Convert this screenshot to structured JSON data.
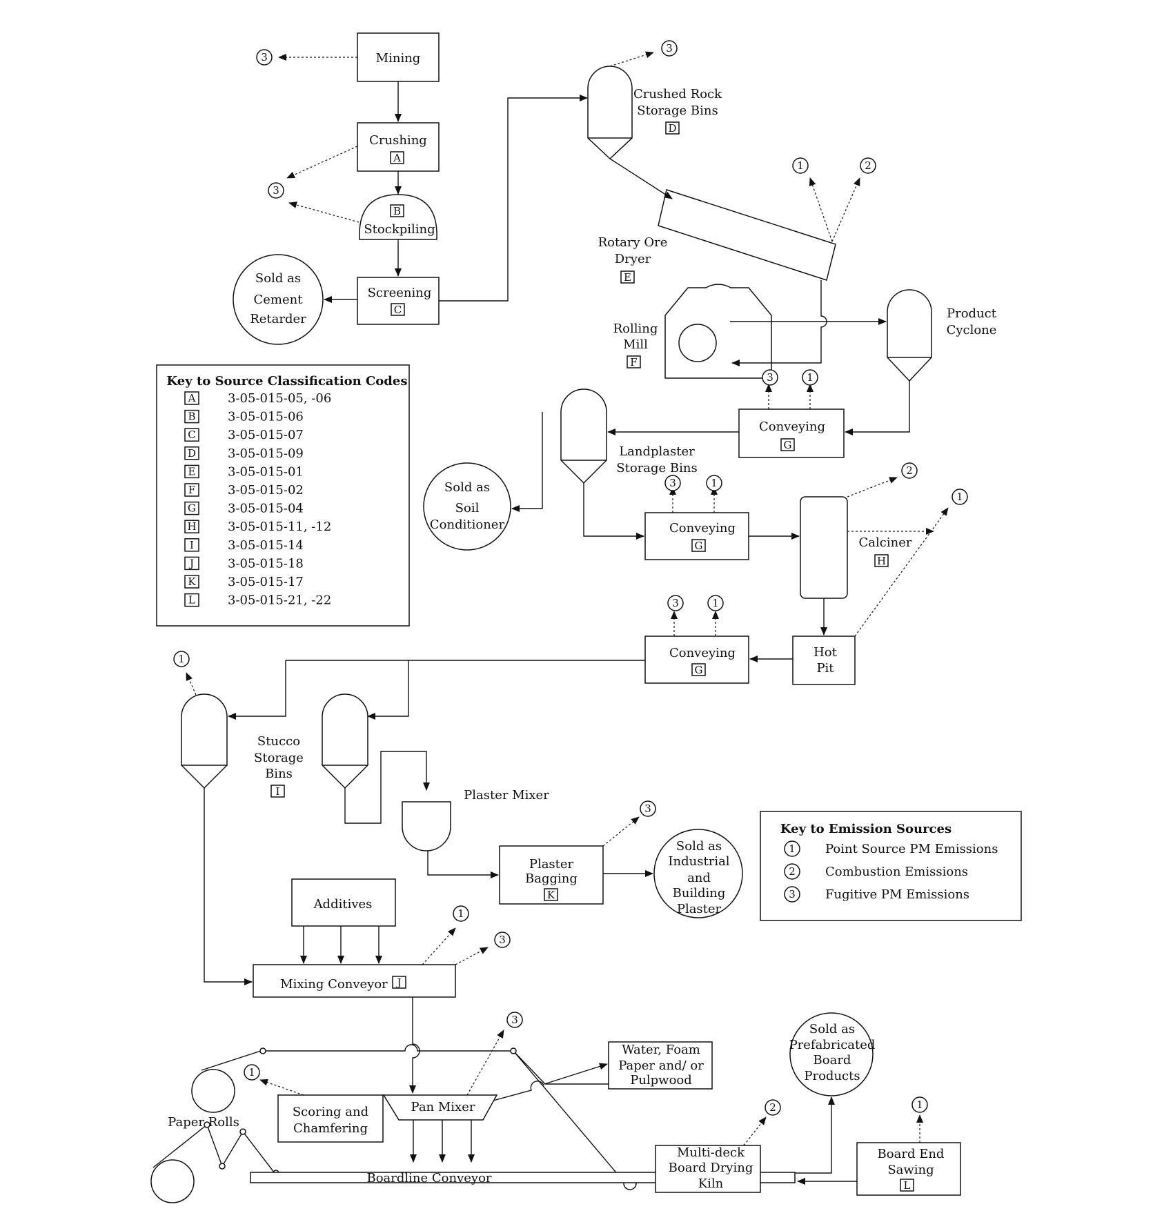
{
  "processes": {
    "mining": "Mining",
    "crushing": "Crushing",
    "stockpiling": "Stockpiling",
    "screening": "Screening",
    "crushed_rock_bins": [
      "Crushed Rock",
      "Storage Bins"
    ],
    "rotary_dryer": [
      "Rotary Ore",
      "Dryer"
    ],
    "rolling_mill": [
      "Rolling",
      "Mill"
    ],
    "product_cyclone": [
      "Product",
      "Cyclone"
    ],
    "conveying": "Conveying",
    "landplaster_bins": [
      "Landplaster",
      "Storage Bins"
    ],
    "calciner": "Calciner",
    "hot_pit": [
      "Hot",
      "Pit"
    ],
    "stucco_bins": [
      "Stucco",
      "Storage",
      "Bins"
    ],
    "plaster_mixer": "Plaster Mixer",
    "plaster_bagging": [
      "Plaster",
      "Bagging"
    ],
    "additives": "Additives",
    "mixing_conveyor": "Mixing Conveyor",
    "water_foam": [
      "Water, Foam",
      "Paper and/ or",
      "Pulpwood"
    ],
    "scoring": [
      "Scoring and",
      "Chamfering"
    ],
    "pan_mixer": "Pan Mixer",
    "paper_rolls": "Paper Rolls",
    "boardline": "Boardline Conveyor",
    "kiln": [
      "Multi-deck",
      "Board Drying",
      "Kiln"
    ],
    "board_end": [
      "Board End",
      "Sawing"
    ]
  },
  "products": {
    "cement_retarder": [
      "Sold as",
      "Cement",
      "Retarder"
    ],
    "soil_conditioner": [
      "Sold as",
      "Soil",
      "Conditioner"
    ],
    "industrial_plaster": [
      "Sold as",
      "Industrial",
      "and",
      "Building",
      "Plaster"
    ],
    "prefab_board": [
      "Sold as",
      "Prefabricated",
      "Board",
      "Products"
    ]
  },
  "codes": {
    "A": "A",
    "B": "B",
    "C": "C",
    "D": "D",
    "E": "E",
    "F": "F",
    "G": "G",
    "H": "H",
    "I": "I",
    "J": "J",
    "K": "K",
    "L": "L"
  },
  "emission_markers": {
    "one": "1",
    "two": "2",
    "three": "3"
  },
  "scc_key": {
    "title": "Key to Source Classification Codes",
    "rows": [
      {
        "code": "A",
        "value": "3-05-015-05, -06"
      },
      {
        "code": "B",
        "value": "3-05-015-06"
      },
      {
        "code": "C",
        "value": "3-05-015-07"
      },
      {
        "code": "D",
        "value": "3-05-015-09"
      },
      {
        "code": "E",
        "value": "3-05-015-01"
      },
      {
        "code": "F",
        "value": "3-05-015-02"
      },
      {
        "code": "G",
        "value": "3-05-015-04"
      },
      {
        "code": "H",
        "value": "3-05-015-11, -12"
      },
      {
        "code": "I",
        "value": "3-05-015-14"
      },
      {
        "code": "J",
        "value": "3-05-015-18"
      },
      {
        "code": "K",
        "value": "3-05-015-17"
      },
      {
        "code": "L",
        "value": "3-05-015-21, -22"
      }
    ]
  },
  "emission_key": {
    "title": "Key to Emission Sources",
    "rows": [
      {
        "num": "1",
        "label": "Point Source PM Emissions"
      },
      {
        "num": "2",
        "label": "Combustion Emissions"
      },
      {
        "num": "3",
        "label": "Fugitive PM Emissions"
      }
    ]
  }
}
